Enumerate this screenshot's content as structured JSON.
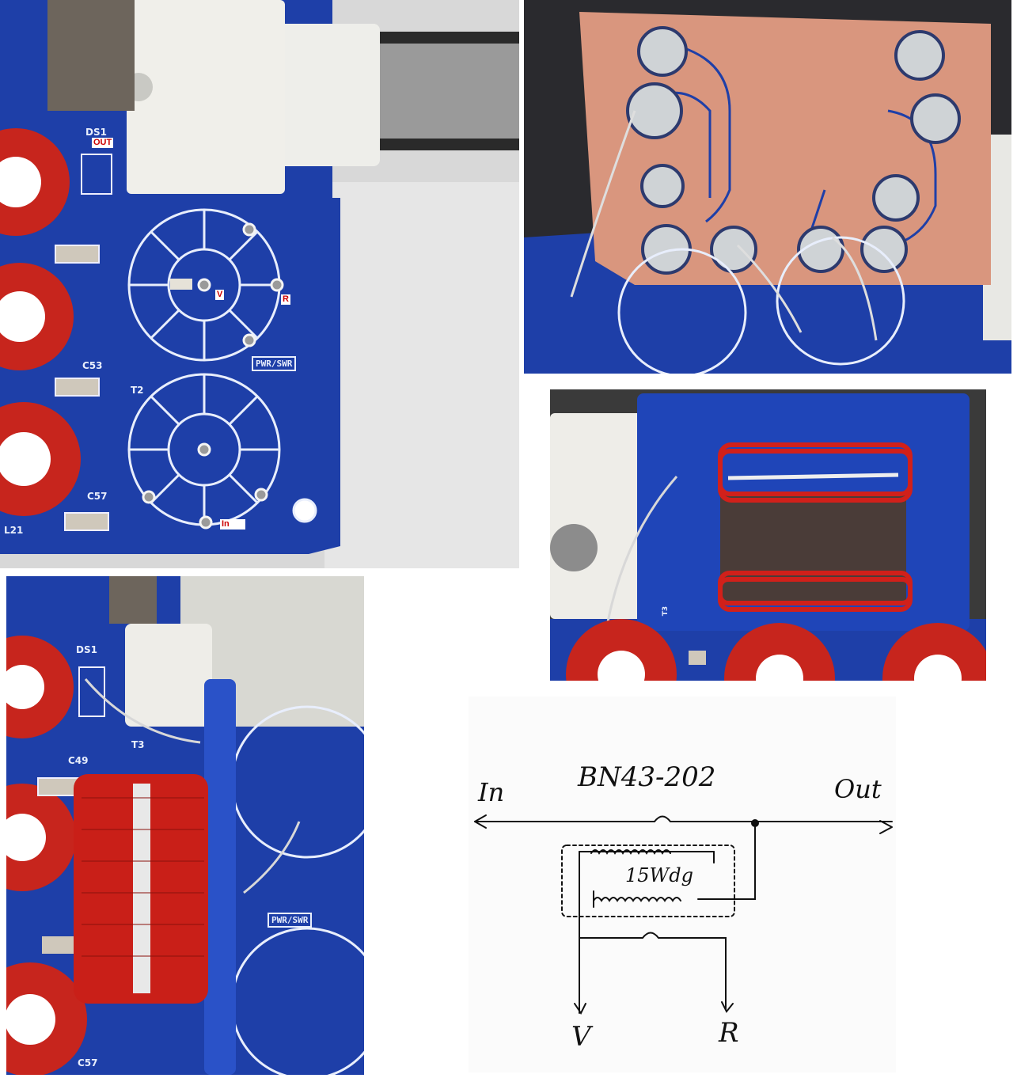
{
  "panel_top_left": {
    "labels": {
      "out": "OUT",
      "v": "V",
      "r": "R",
      "in": "In"
    },
    "silkscreen": {
      "ds1": "DS1",
      "c53": "C53",
      "t2": "T2",
      "c57": "C57",
      "l21": "L21",
      "pwr_swr": "PWR/SWR"
    }
  },
  "panel_bottom_left": {
    "silkscreen": {
      "ds1": "DS1",
      "t3": "T3",
      "c49": "C49",
      "c57": "C57",
      "pwr_swr": "PWR/SWR"
    }
  },
  "panel_mid_right": {
    "silkscreen": {
      "t3": "T3"
    }
  },
  "schematic": {
    "core": "BN43-202",
    "in": "In",
    "out": "Out",
    "windings": "15Wdg",
    "v": "V",
    "r": "R"
  },
  "colors": {
    "pcb_blue": "#1e3fa8",
    "copper": "#d9967e",
    "enamel_red": "#d1201a",
    "ptfe_white": "#ededed"
  }
}
